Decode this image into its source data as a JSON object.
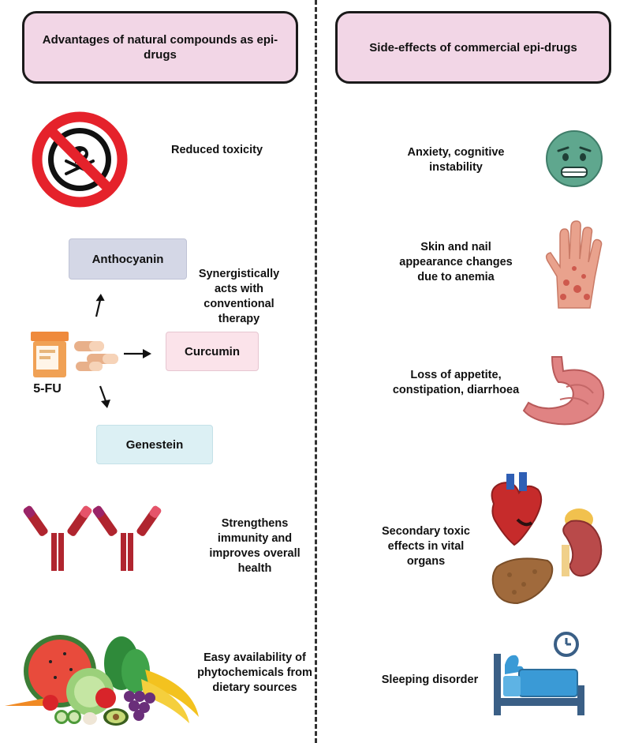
{
  "left": {
    "header": "Advantages of natural compounds as epi-drugs",
    "items": [
      "Reduced toxicity",
      "Synergistically acts with conventional therapy",
      "Strengthens immunity and improves overall health",
      "Easy availability of phytochemicals from dietary sources"
    ],
    "drug_label": "5-FU",
    "compounds": [
      "Anthocyanin",
      "Curcumin",
      "Genestein"
    ]
  },
  "right": {
    "header": "Side-effects of commercial epi-drugs",
    "items": [
      "Anxiety, cognitive instability",
      "Skin and nail appearance changes due to anemia",
      "Loss of appetite, constipation, diarrhoea",
      "Secondary toxic effects in vital organs",
      "Sleeping disorder"
    ]
  },
  "colors": {
    "header_fill": "#f2d6e6",
    "anthocyanin_fill": "#d4d7e6",
    "curcumin_fill": "#fbe3ea",
    "genestein_fill": "#dcf0f4",
    "no_sign_red": "#e5222b",
    "antibody_red": "#b0252f",
    "antibody_magenta": "#9a2468",
    "emoji_green": "#5fa78e"
  }
}
